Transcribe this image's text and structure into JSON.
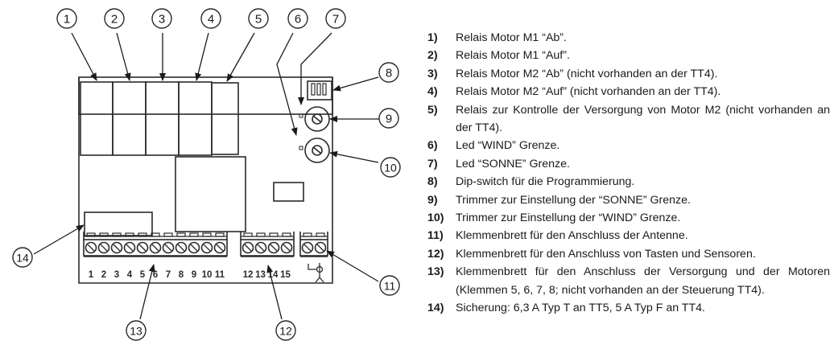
{
  "diagram": {
    "callouts": [
      "1",
      "2",
      "3",
      "4",
      "5",
      "6",
      "7",
      "8",
      "9",
      "10",
      "11",
      "12",
      "13",
      "14"
    ],
    "terminals_main": [
      "1",
      "2",
      "3",
      "4",
      "5",
      "6",
      "7",
      "8",
      "9",
      "10",
      "11"
    ],
    "terminals_inputs": [
      "12",
      "13",
      "14",
      "15"
    ]
  },
  "legend": {
    "items": [
      {
        "num": "1)",
        "text": "Relais Motor M1 “Ab”."
      },
      {
        "num": "2)",
        "text": "Relais Motor M1 “Auf”."
      },
      {
        "num": "3)",
        "text": "Relais Motor M2 “Ab” (nicht vorhanden an der TT4)."
      },
      {
        "num": "4)",
        "text": "Relais Motor M2 “Auf” (nicht vorhanden an der TT4)."
      },
      {
        "num": "5)",
        "text": "Relais zur Kontrolle der Versorgung von Motor M2 (nicht vorhanden an der TT4)."
      },
      {
        "num": "6)",
        "text": "Led “WIND” Grenze."
      },
      {
        "num": "7)",
        "text": "Led “SONNE” Grenze."
      },
      {
        "num": "8)",
        "text": "Dip-switch für die Programmierung."
      },
      {
        "num": "9)",
        "text": "Trimmer zur Einstellung der “SONNE” Grenze."
      },
      {
        "num": "10)",
        "text": "Trimmer zur Einstellung der “WIND” Grenze."
      },
      {
        "num": "11)",
        "text": "Klemmenbrett für den Anschluss der Antenne."
      },
      {
        "num": "12)",
        "text": "Klemmenbrett für den Anschluss von Tasten und Sensoren."
      },
      {
        "num": "13)",
        "text": "Klemmenbrett für den Anschluss der Versorgung und der Motoren (Klemmen 5, 6, 7, 8; nicht vorhanden an der Steuerung TT4)."
      },
      {
        "num": "14)",
        "text": "Sicherung: 6,3 A Typ T an TT5, 5 A Typ F an TT4."
      }
    ]
  }
}
